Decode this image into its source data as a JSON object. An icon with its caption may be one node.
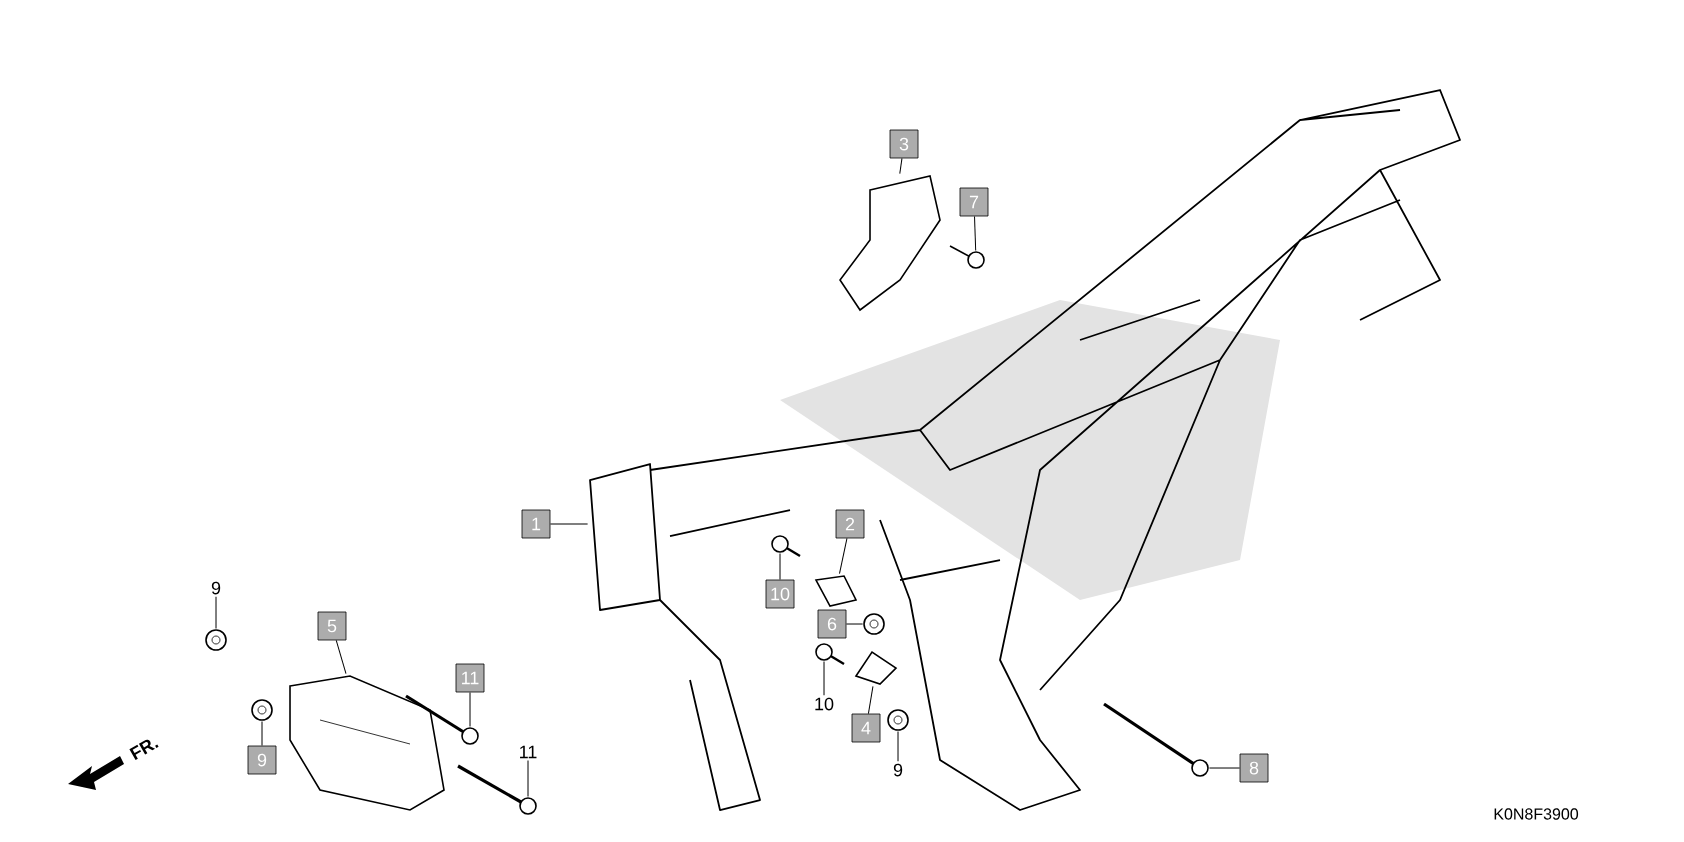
{
  "diagram": {
    "nodes": [
      {
        "text": [
          "3"
        ]
      },
      {
        "text": [
          "7"
        ]
      },
      {
        "text": [
          "1"
        ]
      },
      {
        "text": [
          "2"
        ]
      },
      {
        "text": [
          "9"
        ]
      },
      {
        "text": [
          "10"
        ]
      },
      {
        "text": [
          "6"
        ]
      },
      {
        "text": [
          "5"
        ]
      },
      {
        "text": [
          "11"
        ]
      },
      {
        "text": [
          "10"
        ]
      },
      {
        "text": [
          "4"
        ]
      },
      {
        "text": [
          "11"
        ]
      },
      {
        "text": [
          "9"
        ]
      },
      {
        "text": [
          "9"
        ]
      },
      {
        "text": [
          "8"
        ]
      },
      {
        "text": [],
        "shape": "picture"
      },
      {
        "text": [],
        "shape": "picture"
      },
      {
        "text": [],
        "shape": "picture"
      },
      {
        "text": [],
        "shape": "picture"
      },
      {
        "text": [],
        "shape": "picture"
      },
      {
        "text": [],
        "shape": "picture"
      },
      {
        "text": [],
        "shape": "picture"
      },
      {
        "text": [],
        "shape": "picture"
      },
      {
        "text": [],
        "shape": "picture"
      },
      {
        "text": [],
        "shape": "picture"
      },
      {
        "text": [],
        "shape": "picture"
      },
      {
        "text": [],
        "shape": "picture"
      },
      {
        "text": [],
        "shape": "picture"
      },
      {
        "text": [],
        "shape": "picture"
      },
      {
        "text": [],
        "shape": "picture"
      }
    ],
    "edges": [
      {
        "from": 0,
        "to": 15,
        "arrow": "none"
      },
      {
        "from": 1,
        "to": 16,
        "arrow": "none"
      },
      {
        "from": 2,
        "to": 17,
        "arrow": "none"
      },
      {
        "from": 3,
        "to": 18,
        "arrow": "none"
      },
      {
        "from": 4,
        "to": 19,
        "arrow": "none"
      },
      {
        "from": 5,
        "to": 20,
        "arrow": "none"
      },
      {
        "from": 6,
        "to": 21,
        "arrow": "none"
      },
      {
        "from": 7,
        "to": 22,
        "arrow": "none"
      },
      {
        "from": 8,
        "to": 23,
        "arrow": "none"
      },
      {
        "from": 9,
        "to": 24,
        "arrow": "none"
      },
      {
        "from": 10,
        "to": 25,
        "arrow": "none"
      },
      {
        "from": 11,
        "to": 26,
        "arrow": "none"
      },
      {
        "from": 12,
        "to": 27,
        "arrow": "none"
      },
      {
        "from": 13,
        "to": 28,
        "arrow": "none"
      },
      {
        "from": 14,
        "to": 29,
        "arrow": "none"
      }
    ],
    "labels": [
      "FR.",
      "K0N8F3900"
    ]
  }
}
